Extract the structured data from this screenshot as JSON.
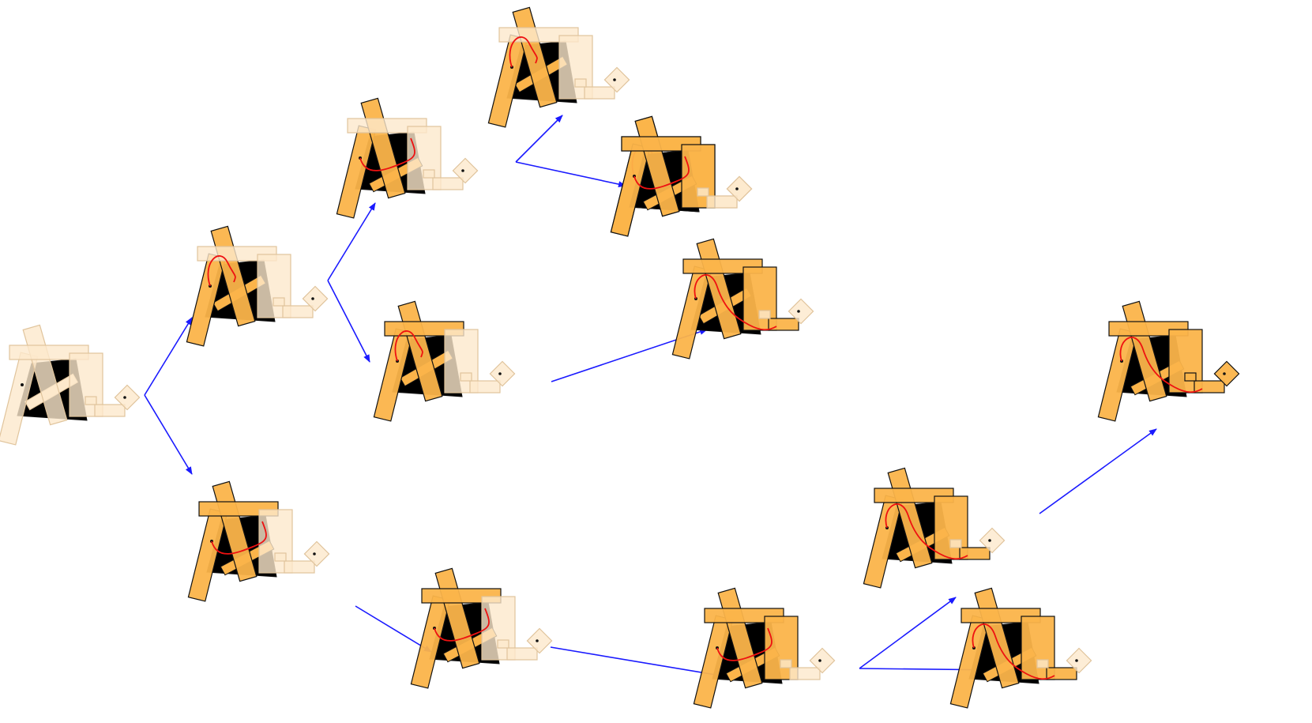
{
  "diagram": {
    "type": "search-tree",
    "description_text": "",
    "colors": {
      "arrow": "#1a1aff",
      "block_solid": "#fbb44a",
      "block_faded": "#fde9cc",
      "block_faded_stroke": "#e0c49c",
      "stroke": "#111111",
      "body": "#000000",
      "path": "#ee1111",
      "background": "#ffffff"
    },
    "states": [
      {
        "id": "s0",
        "placed": 0,
        "strut": "up",
        "path": false
      },
      {
        "id": "s1",
        "placed": 2,
        "strut": "up",
        "path": true
      },
      {
        "id": "s2",
        "placed": 2,
        "strut": "down",
        "path": true
      },
      {
        "id": "s3",
        "placed": 2,
        "strut": "up",
        "path": true
      },
      {
        "id": "s4",
        "placed": 3,
        "strut": "up",
        "path": true
      },
      {
        "id": "s5",
        "placed": 4,
        "strut": "up",
        "path": true
      },
      {
        "id": "s6",
        "placed": 4,
        "strut": "down",
        "path": true
      },
      {
        "id": "s7",
        "placed": 5,
        "strut": "up",
        "path": true
      },
      {
        "id": "s8",
        "placed": 3,
        "strut": "down",
        "path": true
      },
      {
        "id": "s9",
        "placed": 3,
        "strut": "down",
        "path": true
      },
      {
        "id": "s10",
        "placed": 4,
        "strut": "down",
        "path": true
      },
      {
        "id": "s11",
        "placed": 5,
        "strut": "down",
        "path": true
      },
      {
        "id": "s12",
        "placed": 5,
        "strut": "down",
        "path": true
      },
      {
        "id": "s13",
        "placed": 7,
        "strut": "down",
        "path": true
      }
    ],
    "edges": [
      {
        "from": "s0",
        "to": "s1"
      },
      {
        "from": "s0",
        "to": "s8"
      },
      {
        "from": "s1",
        "to": "s2"
      },
      {
        "from": "s1",
        "to": "s4"
      },
      {
        "from": "s2",
        "to": "s3"
      },
      {
        "from": "s2",
        "to": "s6"
      },
      {
        "from": "s4",
        "to": "s7"
      },
      {
        "from": "s8",
        "to": "s9"
      },
      {
        "from": "s9",
        "to": "s10"
      },
      {
        "from": "s10",
        "to": "s11"
      },
      {
        "from": "s10",
        "to": "s12"
      },
      {
        "from": "s11",
        "to": "s13"
      }
    ]
  }
}
